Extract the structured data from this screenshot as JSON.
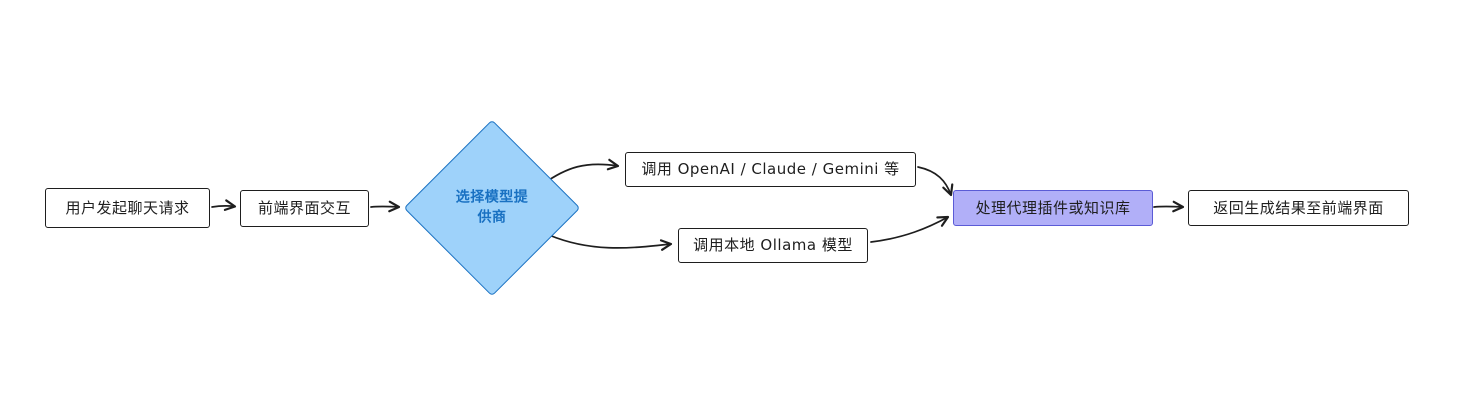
{
  "diagram": {
    "type": "flowchart",
    "title": "",
    "nodes": {
      "start": {
        "label": "用户发起聊天请求",
        "shape": "rectangle"
      },
      "frontend": {
        "label": "前端界面交互",
        "shape": "rectangle"
      },
      "decision": {
        "label": "选择模型提供商",
        "shape": "diamond",
        "fill": "#9ed2fa",
        "stroke": "#1971c2",
        "text_color": "#1971c2"
      },
      "cloud": {
        "label": "调用 OpenAI / Claude / Gemini 等",
        "shape": "rectangle"
      },
      "local": {
        "label": "调用本地 Ollama 模型",
        "shape": "rectangle"
      },
      "agent": {
        "label": "处理代理插件或知识库",
        "shape": "rectangle",
        "fill": "#b1aff8",
        "stroke": "#5b5bd6"
      },
      "result": {
        "label": "返回生成结果至前端界面",
        "shape": "rectangle"
      }
    },
    "edges": [
      {
        "from": "start",
        "to": "frontend"
      },
      {
        "from": "frontend",
        "to": "decision"
      },
      {
        "from": "decision",
        "to": "cloud"
      },
      {
        "from": "decision",
        "to": "local"
      },
      {
        "from": "cloud",
        "to": "agent"
      },
      {
        "from": "local",
        "to": "agent"
      },
      {
        "from": "agent",
        "to": "result"
      }
    ],
    "colors": {
      "background": "#ffffff",
      "default_stroke": "#1e1e1e",
      "arrow": "#1e1e1e"
    }
  }
}
